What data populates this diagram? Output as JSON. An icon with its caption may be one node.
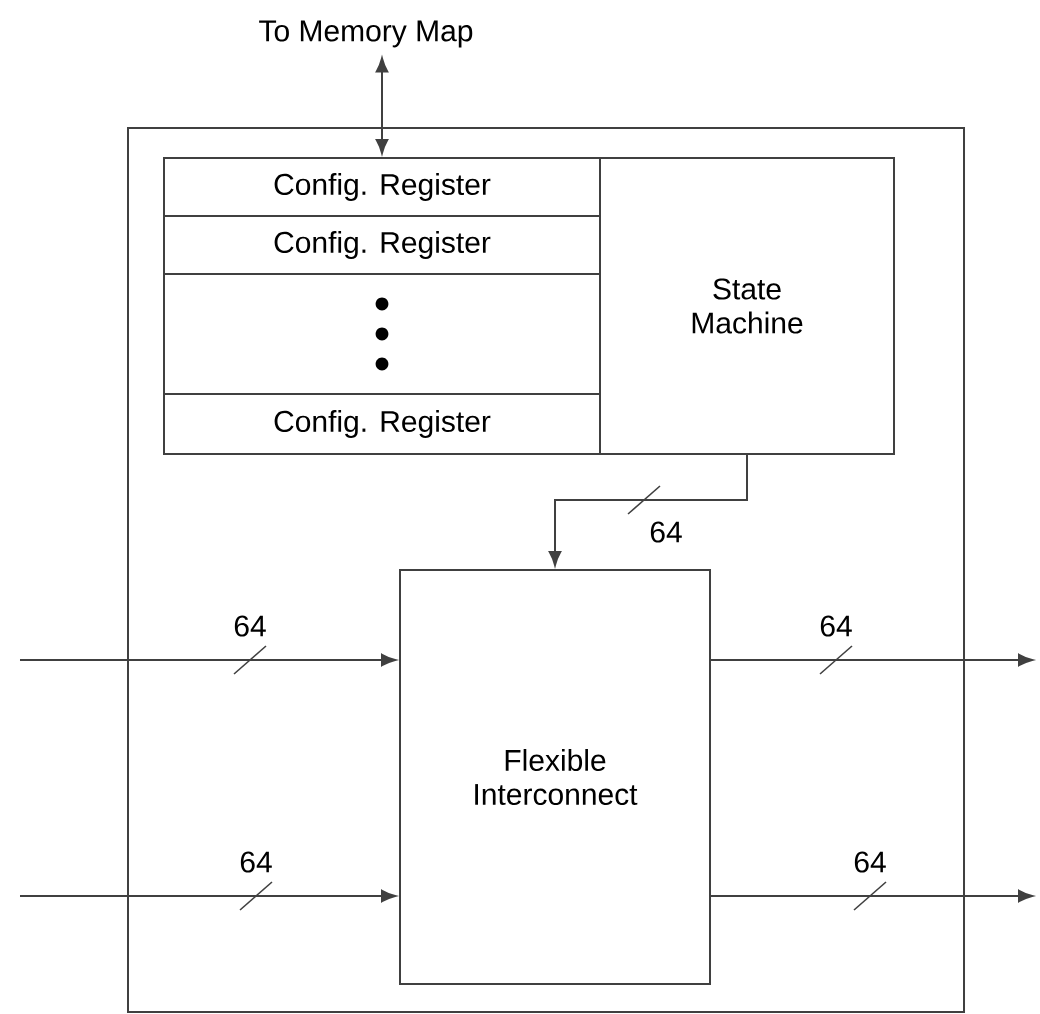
{
  "diagram": {
    "nodes": [
      {
        "text": [],
        "shape": "box"
      },
      {
        "text": [
          "To Memory Map"
        ]
      },
      {
        "text": [
          "Config. Register"
        ],
        "in": 0
      },
      {
        "text": [
          "Config. Register"
        ],
        "in": 0
      },
      {
        "text": [],
        "shape": "box",
        "in": 0
      },
      {
        "text": [
          "Config. Register"
        ],
        "in": 0
      },
      {
        "text": [
          "State Machine"
        ],
        "in": 0
      },
      {
        "text": [
          "Flexible Interconnect"
        ],
        "in": 0
      }
    ],
    "edges": [
      {
        "from": 1,
        "to": 2,
        "arrow": "both"
      },
      {
        "from": 6,
        "to": 7,
        "arrow": "to",
        "label": "64"
      },
      {
        "from": null,
        "to": 7,
        "arrow": "to",
        "label": "64"
      },
      {
        "from": null,
        "to": 7,
        "arrow": "to",
        "label": "64"
      },
      {
        "from": 7,
        "to": null,
        "arrow": "to",
        "label": "64"
      },
      {
        "from": 7,
        "to": null,
        "arrow": "to",
        "label": "64"
      }
    ]
  }
}
